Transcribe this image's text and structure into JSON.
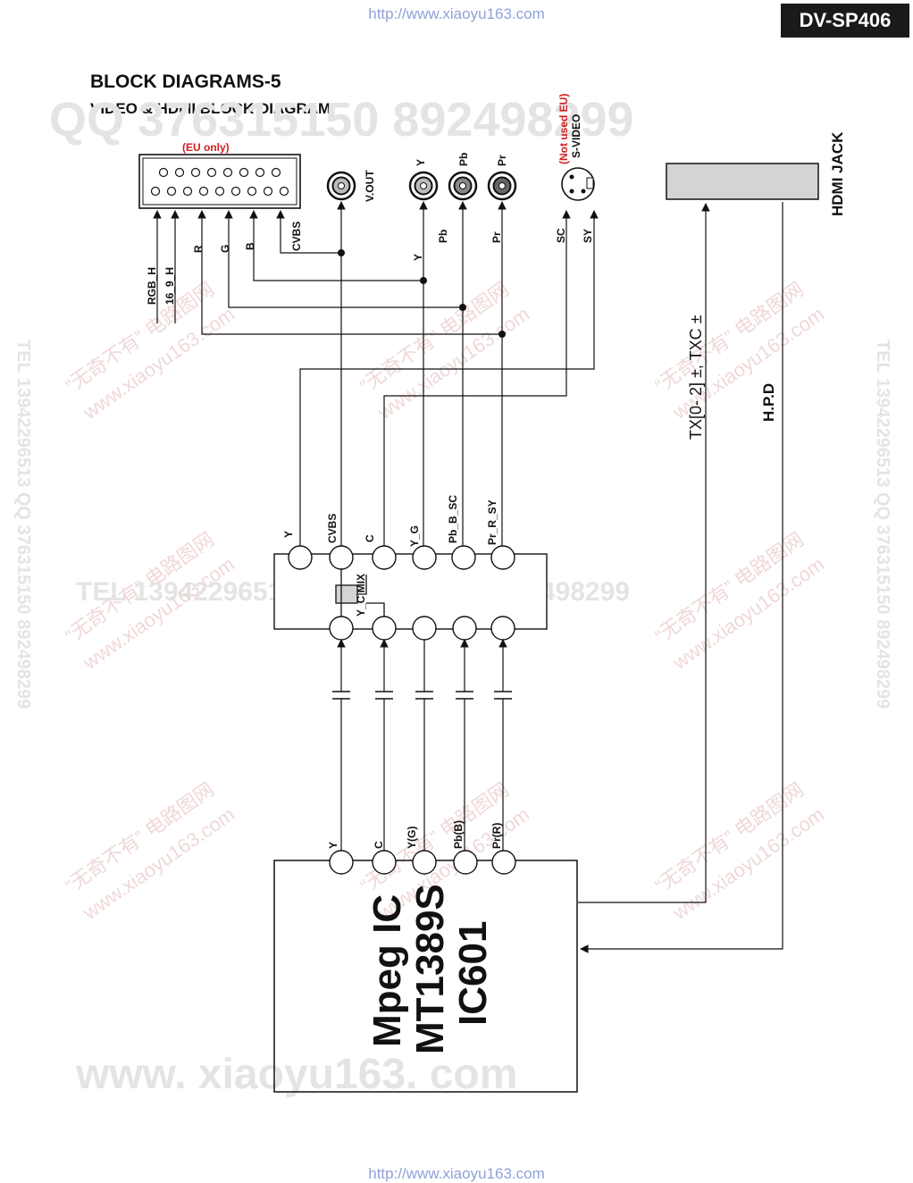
{
  "header": {
    "url_top": "http://www.xiaoyu163.com",
    "url_bottom": "http://www.xiaoyu163.com",
    "model": "DV-SP406"
  },
  "title": "BLOCK DIAGRAMS-5",
  "subtitle": "VIDEO & HDMI BLOCK DIAGRAM",
  "scart": {
    "note": "(EU only)",
    "pins": [
      "RGB_H",
      "16_9_H",
      "R",
      "G",
      "B",
      "CVBS"
    ]
  },
  "jacks": {
    "vout": "V.OUT",
    "y": "Y",
    "pb": "Pb",
    "pr": "Pr"
  },
  "svideo": {
    "note": "(Not used EU)",
    "name": "S-VIDEO",
    "sc": "SC",
    "sy": "SY"
  },
  "hdmi": {
    "name": "HDMI JACK",
    "tx": "TX[0- 2] ±, TXC ±",
    "hpd": "H.P.D"
  },
  "wire_labels": {
    "y": "Y",
    "pb": "Pb",
    "pr": "Pr"
  },
  "filter": {
    "top_pins": [
      "Y",
      "CVBS",
      "C",
      "Y_G",
      "Pb_B_SC",
      "Pr_R_SY"
    ],
    "mix": "Y_C MIX"
  },
  "mpeg": {
    "pins": [
      "Y",
      "C",
      "Y(G)",
      "Pb(B)",
      "Pr(R)"
    ],
    "line1": "Mpeg IC",
    "line2": "MT1389S",
    "line3": "IC601"
  },
  "watermarks": {
    "qq": "QQ 376315150  892498299",
    "tel_mid": "TEL 13942296513  QQ 376315150  892498299",
    "tel_side": "TEL 13942296513  QQ 376315150  892498299",
    "site": "www. xiaoyu163. com",
    "stamp1": "“无奇不有” 电路图网",
    "stamp2": "www.xiaoyu163.com"
  }
}
